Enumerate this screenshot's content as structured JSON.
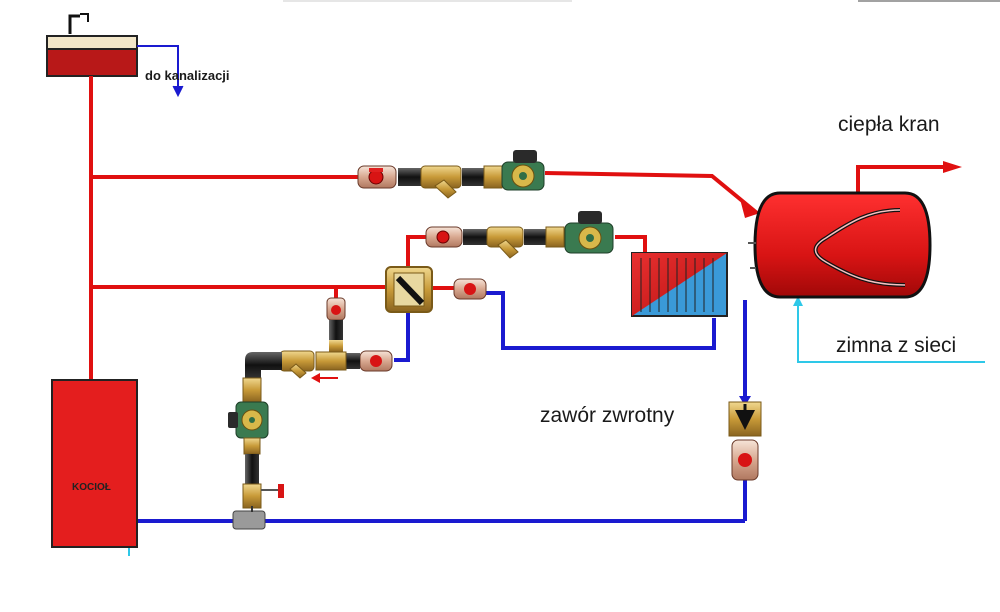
{
  "labels": {
    "drain": "do kanalizacji",
    "hot_tap": "ciepła kran",
    "cold_mains": "zimna z sieci",
    "check_valve": "zawór zwrotny",
    "boiler": "KOCIOŁ"
  },
  "colors": {
    "hot_pipe": "#e01010",
    "return_pipe": "#1a1ad0",
    "cold_pipe": "#2ec8e8",
    "boiler": "#e41e1e",
    "tank_water": "#b81818",
    "tank_air": "#f2e6c8",
    "brass": "#c8a040",
    "pump": "#2f6e46"
  },
  "icons": [
    "expansion-tank-icon",
    "pump-icon",
    "strainer-icon",
    "ball-valve-icon",
    "mixing-valve-icon",
    "heat-exchanger-icon",
    "dhw-cylinder-icon",
    "check-valve-icon",
    "gate-valve-icon"
  ]
}
